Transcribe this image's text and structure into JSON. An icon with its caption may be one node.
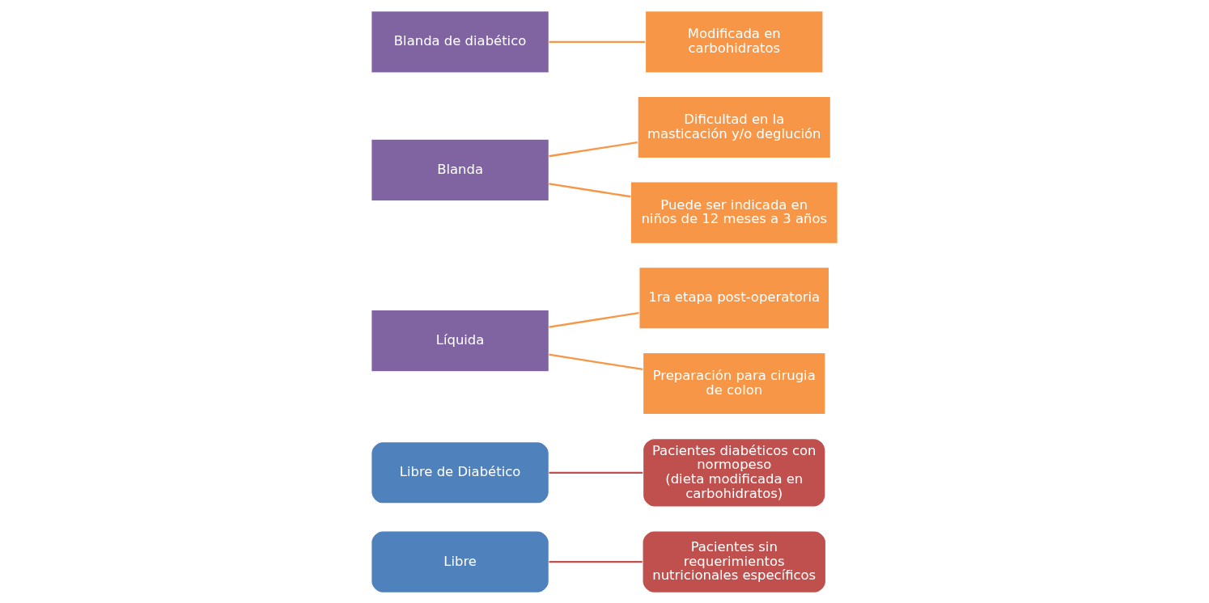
{
  "diagram": {
    "nodes": [
      {
        "text": [
          "Libre"
        ]
      },
      {
        "text": [
          "Pacientes sin requerimientos nutricionales específicos"
        ]
      },
      {
        "text": [
          "Libre de Diabético"
        ]
      },
      {
        "text": [
          "Pacientes diabéticos con normopeso",
          "(dieta modificada en carbohidratos)"
        ]
      },
      {
        "text": [
          "Líquida"
        ]
      },
      {
        "text": [
          "1ra etapa post-operatoria"
        ]
      },
      {
        "text": [
          "Preparación para cirugia de colon"
        ]
      },
      {
        "text": [
          "Blanda"
        ]
      },
      {
        "text": [
          "Dificultad en la masticación y/o deglución"
        ]
      },
      {
        "text": [
          "Puede ser indicada en niños de 12 meses a 3 años"
        ]
      },
      {
        "text": [
          "Blanda de diabético"
        ]
      },
      {
        "text": [
          "Modificada en carbohidratos"
        ]
      }
    ],
    "edges": [
      {
        "from": 0,
        "to": 1,
        "arrow": "none",
        "color": "#c0504d"
      },
      {
        "from": 2,
        "to": 3,
        "arrow": "none",
        "color": "#c0504d"
      },
      {
        "from": 4,
        "to": 5,
        "arrow": "none"
      },
      {
        "from": 4,
        "to": 6,
        "arrow": "none"
      },
      {
        "from": 7,
        "to": 8,
        "arrow": "none"
      },
      {
        "from": 7,
        "to": 9,
        "arrow": "none"
      },
      {
        "from": 10,
        "to": 11,
        "arrow": "none"
      }
    ]
  }
}
